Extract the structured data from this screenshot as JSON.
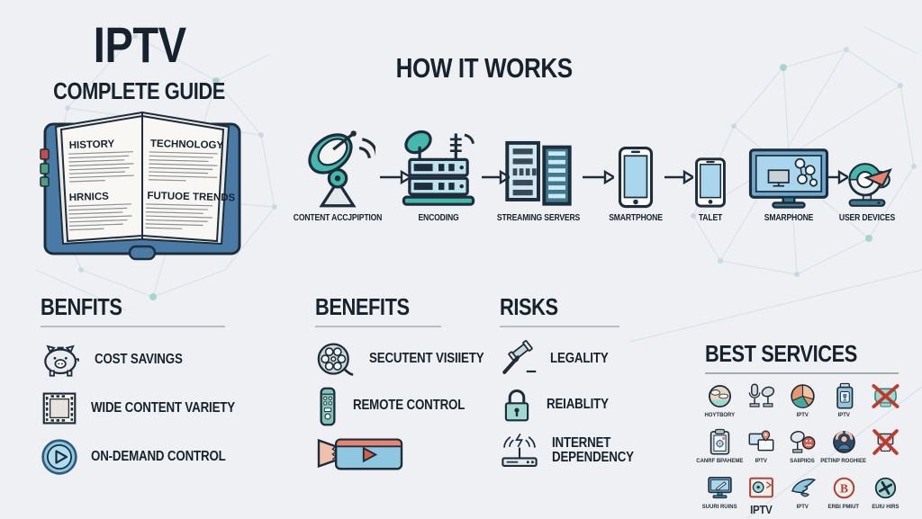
{
  "colors": {
    "navy": "#1e2d3b",
    "teal": "#45b8ab",
    "light_blue": "#a9d6ed",
    "steel_blue": "#4a7ba6",
    "salmon": "#e8836f",
    "red": "#c0392b",
    "gray": "#d3d6d9",
    "background": "#eef0f3"
  },
  "header": {
    "title": "IPTV",
    "subtitle": "COMPLETE GUIDE"
  },
  "book": {
    "sections": [
      {
        "heading": "HISTORY"
      },
      {
        "heading": "TECHNOLOGY"
      },
      {
        "heading": "HRNICS"
      },
      {
        "heading": "FUTUOE TRENDS"
      }
    ]
  },
  "flow": {
    "title": "HOW IT WORKS",
    "steps": [
      {
        "label": "CONTENT ACCJPIPTION",
        "icon": "satellite-dish-icon"
      },
      {
        "label": "ENCODING",
        "icon": "encoder-server-icon"
      },
      {
        "label": "STREAMING SERVERS",
        "icon": "server-rack-icon"
      },
      {
        "label": "SMARTPHONE",
        "icon": "smartphone-icon"
      },
      {
        "label": "TALET",
        "icon": "tablet-icon"
      },
      {
        "label": "SMARPHONE",
        "icon": "tv-monitor-icon"
      },
      {
        "label": "USER DEVICES",
        "icon": "user-device-icon"
      }
    ]
  },
  "benefits_left": {
    "title": "BENFITS",
    "items": [
      {
        "label": "COST SAVINGS",
        "icon": "piggy-bank-icon"
      },
      {
        "label": "WIDE CONTENT VARIETY",
        "icon": "film-frame-icon"
      },
      {
        "label": "ON-DEMAND CONTROL",
        "icon": "play-circle-icon"
      }
    ]
  },
  "benefits_mid": {
    "title": "BENEFITS",
    "items": [
      {
        "label": "SECUTENT VISIIETY",
        "icon": "film-reel-icon"
      },
      {
        "label": "REMOTE CONTROL",
        "icon": "remote-control-icon"
      },
      {
        "label": "",
        "icon": "video-camera-icon"
      }
    ]
  },
  "risks": {
    "title": "RISKS",
    "items": [
      {
        "label": "LEGALITY",
        "icon": "gavel-icon"
      },
      {
        "label": "REIABLITY",
        "icon": "padlock-icon"
      },
      {
        "label": "INTERNET DEPENDENCY",
        "icon": "router-wifi-icon",
        "wrap": true
      }
    ]
  },
  "best_services": {
    "title": "BEST SERVICES",
    "items": [
      {
        "label": "HOYTBORY",
        "icon": "globe-clouds-icon"
      },
      {
        "label": "",
        "icon": "mic-dish-icon"
      },
      {
        "label": "IPTV",
        "icon": "pie-circle-icon"
      },
      {
        "label": "IPTV",
        "icon": "battery-trophy-icon"
      },
      {
        "label": "",
        "icon": "crossed-tv-icon"
      },
      {
        "label": "CANRF BPAHEME",
        "icon": "clipboard-icon"
      },
      {
        "label": "IPTV",
        "icon": "screens-heart-icon"
      },
      {
        "label": "SAIIPIIOS",
        "icon": "dish-face-icon"
      },
      {
        "label": "PETINP ROGHIEE",
        "icon": "person-badge-icon"
      },
      {
        "label": "",
        "icon": "crossed-device-icon"
      },
      {
        "label": "SUURI RUINS",
        "icon": "monitor-pen-icon"
      },
      {
        "label": "IPTV",
        "icon": "film-slide-icon",
        "emphasis": true
      },
      {
        "label": "IPTV",
        "icon": "wing-icon"
      },
      {
        "label": "ERBI PMIUT",
        "icon": "letter-badge-icon"
      },
      {
        "label": "EUIU HIRS",
        "icon": "x-badge-icon"
      }
    ]
  }
}
